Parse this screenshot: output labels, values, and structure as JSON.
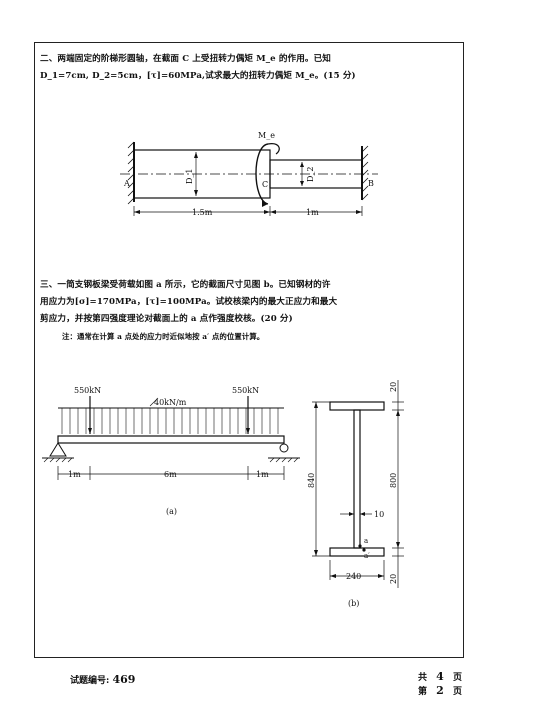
{
  "problem2": {
    "line1": "二、两端固定的阶梯形圆轴，在截面 C 上受扭转力偶矩 M_e 的作用。已知",
    "line2": "D_1=7cm, D_2=5cm，[τ]=60MPa,试求最大的扭转力偶矩 M_e。(15 分)",
    "fig": {
      "Me": "M_e",
      "A": "A",
      "B": "B",
      "C": "C",
      "D1": "D_1",
      "D2": "D_2",
      "len_left": "1.5m",
      "len_right": "1m"
    }
  },
  "problem3": {
    "line1": "三、一简支钢板梁受荷载如图 a 所示，它的截面尺寸见图 b。已知钢材的许",
    "line2": "用应力为[σ]=170MPa，[τ]=100MPa。试校核梁内的最大正应力和最大",
    "line3": "剪应力，并按第四强度理论对截面上的 a 点作强度校核。(20 分)",
    "note": "注：通常在计算 a 点处的应力时近似地按 a′ 点的位置计算。",
    "beam": {
      "load_left": "550kN",
      "load_right": "550kN",
      "dist_load": "40kN/m",
      "dim_left": "1m",
      "dim_mid": "6m",
      "dim_right": "1m",
      "caption": "(a)"
    },
    "section": {
      "top_flange": "20",
      "web_height": "800",
      "total_height": "840",
      "web_thickness": "10",
      "bottom_flange": "20",
      "width": "240",
      "point_a": "a",
      "point_a_prime": "a′",
      "caption": "(b)"
    }
  },
  "footer": {
    "exam_no_label": "试题编号:",
    "exam_no": "469",
    "total_label": "共",
    "total_pages": "4",
    "total_unit": "页",
    "page_label": "第",
    "page_no": "2",
    "page_unit": "页"
  }
}
